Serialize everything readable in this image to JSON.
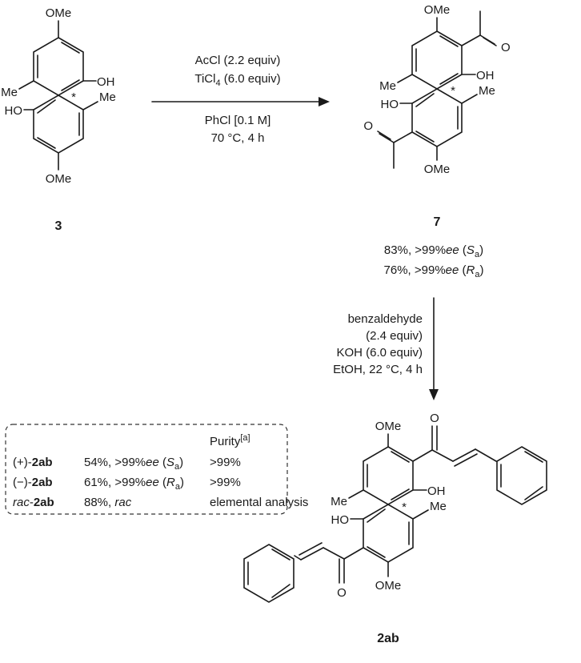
{
  "colors": {
    "ring_orange": "#f8dcc8",
    "ring_blue": "#c9daf2",
    "ink": "#1a1a1a"
  },
  "atoms": {
    "ome": "OMe",
    "me": "Me",
    "oh": "OH",
    "ho": "HO",
    "o": "O",
    "star": "*"
  },
  "compounds": {
    "c3": "3",
    "c7": "7",
    "c2ab": "2ab"
  },
  "step1": {
    "r1": "AcCl (2.2 equiv)",
    "r2_main": "TiCl",
    "r2_sub": "4",
    "r2_tail": " (6.0 equiv)",
    "r3": "PhCl [0.1 M]",
    "r4": "70 °C, 4 h"
  },
  "yields7": {
    "line1_pre": "83%, >99%",
    "line1_ee": "ee",
    "line1_open": " (",
    "line1_S": "S",
    "line1_sub": "a",
    "line1_close": ")",
    "line2_pre": "76%, >99%",
    "line2_ee": "ee",
    "line2_open": " (",
    "line2_R": "R",
    "line2_sub": "a",
    "line2_close": ")"
  },
  "step2": {
    "r1": "benzaldehyde",
    "r2": "(2.4 equiv)",
    "r3": "KOH (6.0 equiv)",
    "r4": "EtOH, 22 °C, 4 h"
  },
  "table": {
    "purity_header": "Purity",
    "purity_sup": "[a]",
    "rows": [
      {
        "prefix": "(+)-",
        "name": "2ab",
        "yield": "54%, >99%",
        "ee": "ee",
        "conf_open": " (",
        "conf": "S",
        "conf_sub": "a",
        "conf_close": ")",
        "purity": ">99%"
      },
      {
        "prefix": "(−)-",
        "name": "2ab",
        "yield": "61%, >99%",
        "ee": "ee",
        "conf_open": " (",
        "conf": "R",
        "conf_sub": "a",
        "conf_close": ")",
        "purity": ">99%"
      },
      {
        "prefix": "rac",
        "prefix_dash": "-",
        "name": "2ab",
        "yield": "88%, ",
        "yield_rac": "rac",
        "purity": "elemental analysis"
      }
    ]
  }
}
